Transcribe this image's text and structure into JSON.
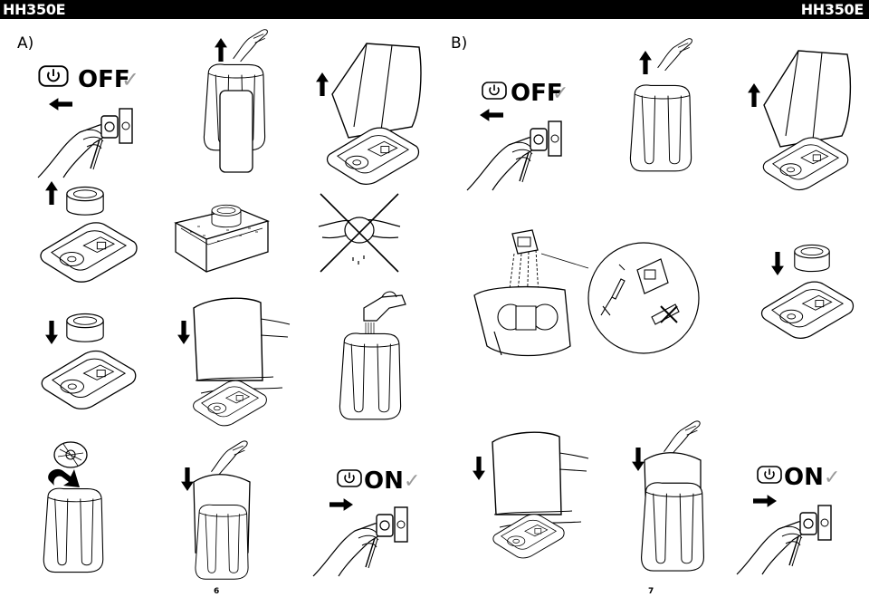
{
  "header": {
    "model_left": "HH350E",
    "model_right": "HH350E"
  },
  "sections": {
    "a_label": "A)",
    "b_label": "B)"
  },
  "power": {
    "off_label": "OFF",
    "on_label": "ON",
    "check": "✓"
  },
  "pages": {
    "left": "6",
    "right": "7"
  },
  "colors": {
    "ink": "#000000",
    "check_gray": "#9a9a9a",
    "background": "#ffffff"
  },
  "icons": [
    "power-icon",
    "check-icon",
    "arrow-left-icon",
    "arrow-right-icon",
    "arrow-up-icon",
    "arrow-down-icon",
    "rotate-arrow-icon",
    "cross-icon"
  ]
}
